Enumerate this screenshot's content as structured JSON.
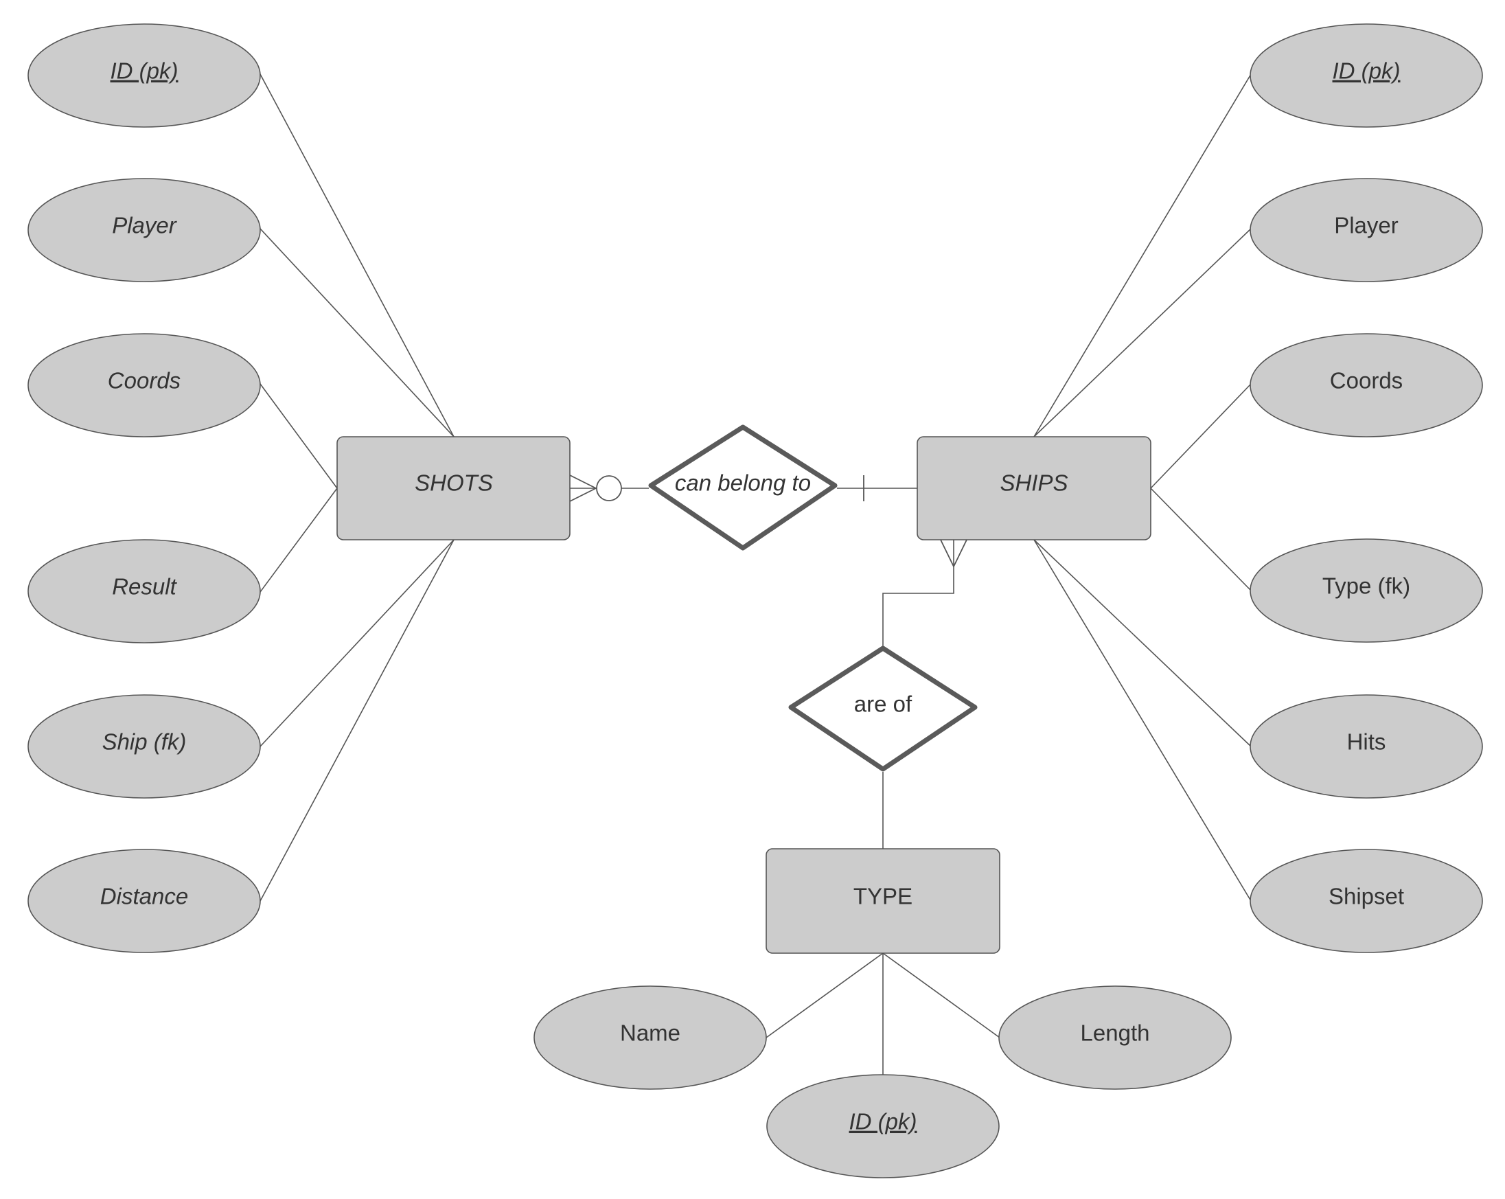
{
  "entities": {
    "shots": {
      "label": "SHOTS"
    },
    "ships": {
      "label": "SHIPS"
    },
    "type": {
      "label": "TYPE"
    }
  },
  "relationships": {
    "can_belong_to": {
      "label": "can belong to"
    },
    "are_of": {
      "label": "are of"
    }
  },
  "shots_attributes": {
    "id": "ID (pk)",
    "player": "Player",
    "coords": "Coords",
    "result": "Result",
    "ship": "Ship (fk)",
    "distance": "Distance"
  },
  "ships_attributes": {
    "id": "ID (pk)",
    "player": "Player",
    "coords": "Coords",
    "type": "Type (fk)",
    "hits": "Hits",
    "shipset": "Shipset"
  },
  "type_attributes": {
    "name": "Name",
    "id": "ID (pk)",
    "length": "Length"
  },
  "colors": {
    "node_fill": "#cccccc",
    "stroke": "#555555",
    "relationship_fill": "#ffffff",
    "text": "#333333"
  }
}
